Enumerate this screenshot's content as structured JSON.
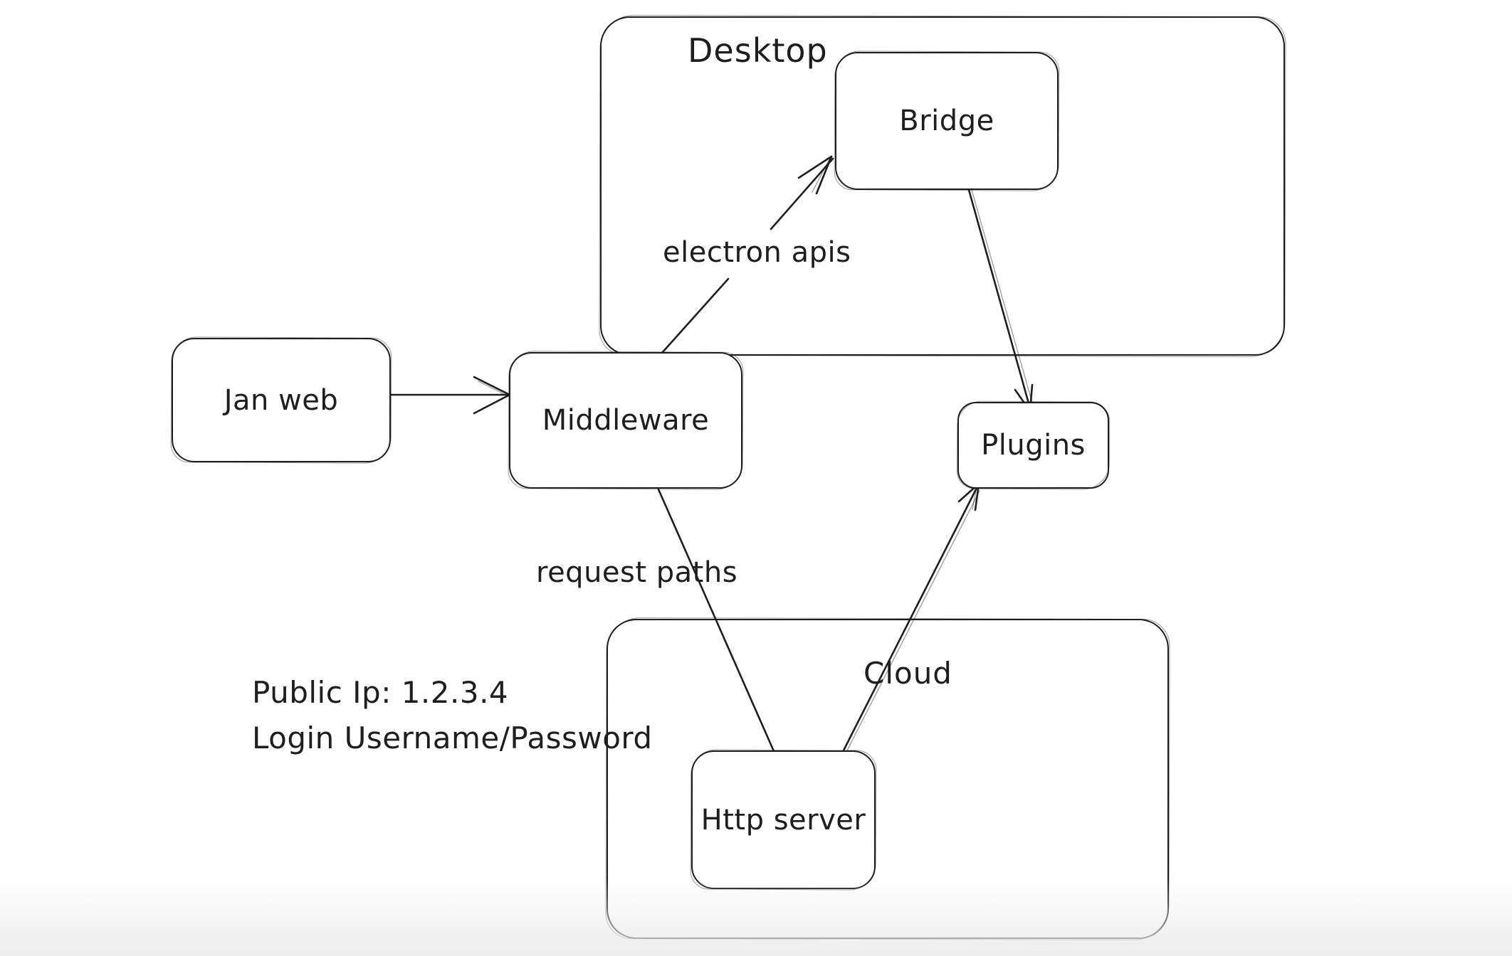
{
  "canvas": {
    "background": "#ffffff",
    "stroke_color": "#1e1e1e",
    "bottom_fade_color": "#eaeaeb"
  },
  "containers": {
    "desktop": {
      "label": "Desktop"
    },
    "cloud": {
      "label": "Cloud"
    }
  },
  "nodes": {
    "jan_web": {
      "label": "Jan web"
    },
    "middleware": {
      "label": "Middleware"
    },
    "bridge": {
      "label": "Bridge"
    },
    "plugins": {
      "label": "Plugins"
    },
    "http_server": {
      "label": "Http server"
    }
  },
  "edges": [
    {
      "id": "janweb-middleware",
      "from": "Jan web",
      "to": "Middleware",
      "label": "",
      "arrowhead": "end"
    },
    {
      "id": "middleware-bridge",
      "from": "Middleware",
      "to": "Bridge",
      "label": "electron apis",
      "arrowhead": "end"
    },
    {
      "id": "bridge-plugins",
      "from": "Bridge",
      "to": "Plugins",
      "label": "",
      "arrowhead": "end"
    },
    {
      "id": "middleware-httpserver",
      "from": "Middleware",
      "to": "Http server",
      "label": "request paths",
      "arrowhead": "none"
    },
    {
      "id": "httpserver-plugins",
      "from": "Http server",
      "to": "Plugins",
      "label": "",
      "arrowhead": "end"
    }
  ],
  "annotations": {
    "line1": "Public Ip: 1.2.3.4",
    "line2": "Login Username/Password"
  }
}
